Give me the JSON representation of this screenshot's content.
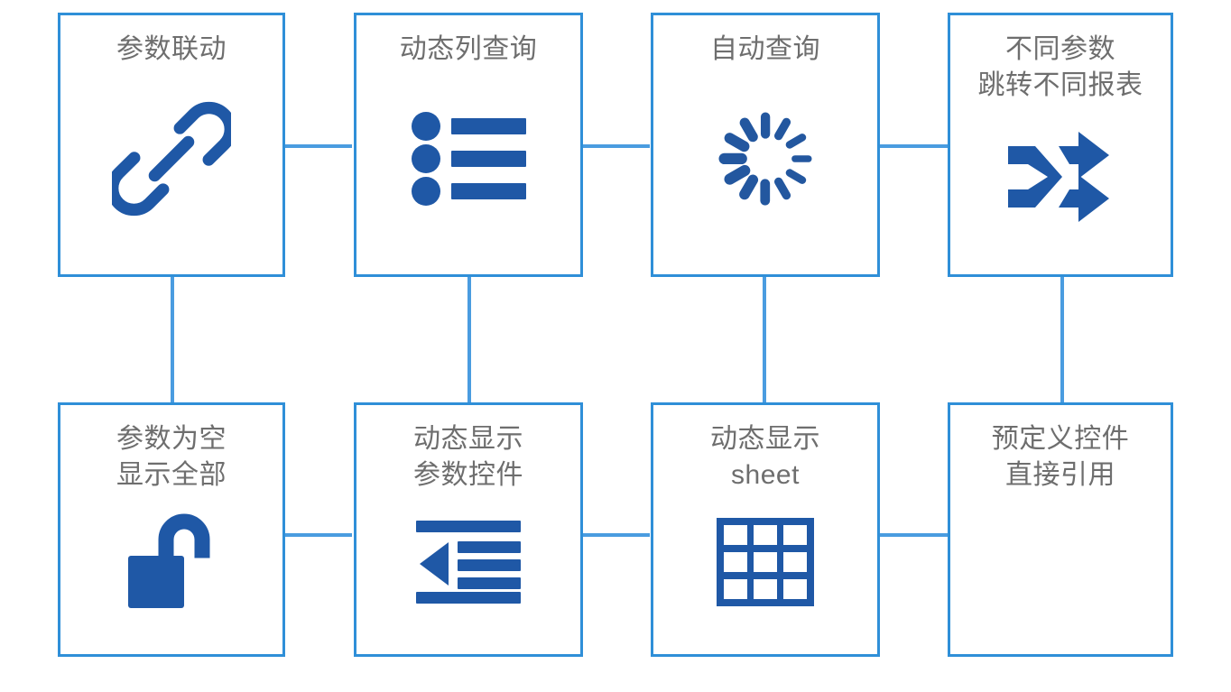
{
  "diagram": {
    "type": "grid-flow",
    "accent_border_color": "#2f8fd8",
    "connector_color": "#4a9ce0",
    "icon_color": "#1f58a6",
    "title_color": "#6e6e6e",
    "background_color": "#ffffff",
    "rows": 2,
    "columns": 4,
    "nodes": [
      {
        "id": "n1",
        "title": "参数联动",
        "icon": "link-icon",
        "row": 1,
        "col": 1
      },
      {
        "id": "n2",
        "title": "动态列查询",
        "icon": "bullet-list-icon",
        "row": 1,
        "col": 2
      },
      {
        "id": "n3",
        "title": "自动查询",
        "icon": "spinner-icon",
        "row": 1,
        "col": 3
      },
      {
        "id": "n4",
        "title": "不同参数\n跳转不同报表",
        "icon": "shuffle-icon",
        "row": 1,
        "col": 4
      },
      {
        "id": "n5",
        "title": "参数为空\n显示全部",
        "icon": "unlock-icon",
        "row": 2,
        "col": 1
      },
      {
        "id": "n6",
        "title": "动态显示\n参数控件",
        "icon": "outdent-icon",
        "row": 2,
        "col": 2
      },
      {
        "id": "n7",
        "title": "动态显示\nsheet",
        "icon": "grid-table-icon",
        "row": 2,
        "col": 3
      },
      {
        "id": "n8",
        "title": "预定义控件\n直接引用",
        "icon": "none",
        "row": 2,
        "col": 4
      }
    ],
    "connectors": [
      {
        "id": "c1",
        "from": "n1",
        "to": "n2",
        "orientation": "horizontal"
      },
      {
        "id": "c2",
        "from": "n2",
        "to": "n3",
        "orientation": "horizontal"
      },
      {
        "id": "c3",
        "from": "n3",
        "to": "n4",
        "orientation": "horizontal"
      },
      {
        "id": "c4",
        "from": "n5",
        "to": "n6",
        "orientation": "horizontal"
      },
      {
        "id": "c5",
        "from": "n6",
        "to": "n7",
        "orientation": "horizontal"
      },
      {
        "id": "c6",
        "from": "n7",
        "to": "n8",
        "orientation": "horizontal"
      },
      {
        "id": "c7",
        "from": "n1",
        "to": "n5",
        "orientation": "vertical"
      },
      {
        "id": "c8",
        "from": "n2",
        "to": "n6",
        "orientation": "vertical"
      },
      {
        "id": "c9",
        "from": "n3",
        "to": "n7",
        "orientation": "vertical"
      },
      {
        "id": "c10",
        "from": "n4",
        "to": "n8",
        "orientation": "vertical"
      }
    ]
  }
}
